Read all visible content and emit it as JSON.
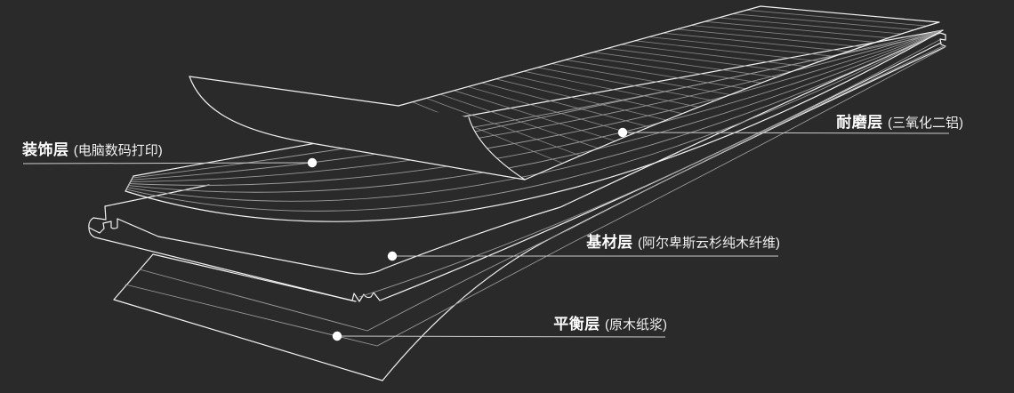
{
  "diagram": {
    "title_hint": "flooring-layer-structure",
    "layers": [
      {
        "id": "wear",
        "name": "耐磨层",
        "detail": "(三氧化二铝)"
      },
      {
        "id": "decor",
        "name": "装饰层",
        "detail": "(电脑数码打印)"
      },
      {
        "id": "base",
        "name": "基材层",
        "detail": "(阿尔卑斯云杉纯木纤维)"
      },
      {
        "id": "balance",
        "name": "平衡层",
        "detail": "(原木纸浆)"
      }
    ],
    "colors": {
      "background": "#2b2a2a",
      "line_bright": "#f2f2f2",
      "line_dim": "#9a9a9a",
      "leader": "#cccccc",
      "text": "#ffffff"
    }
  }
}
